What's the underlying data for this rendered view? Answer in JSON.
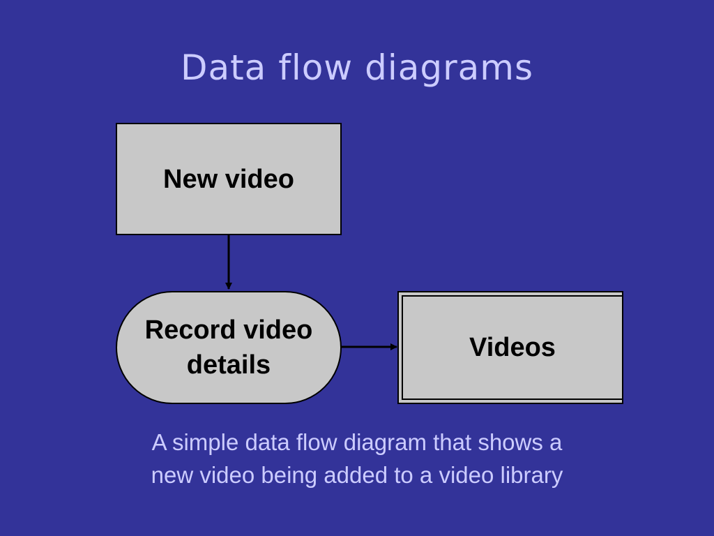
{
  "slide": {
    "title": "Data flow diagrams",
    "caption": [
      "A simple data flow diagram that shows a",
      "new video being added to a video library"
    ]
  },
  "diagram": {
    "nodes": [
      {
        "id": "new-video",
        "shape": "external-entity",
        "label": "New video"
      },
      {
        "id": "record-video-details",
        "shape": "process",
        "label_lines": [
          "Record video",
          "details"
        ]
      },
      {
        "id": "videos",
        "shape": "data-store",
        "label": "Videos"
      }
    ],
    "edges": [
      {
        "from": "new-video",
        "to": "record-video-details"
      },
      {
        "from": "record-video-details",
        "to": "videos"
      }
    ]
  },
  "colors": {
    "background": "#333399",
    "title_text": "#CCCCFF",
    "caption_text": "#CCCCFF",
    "node_fill": "#C8C8C8",
    "node_stroke": "#000000",
    "node_text": "#000000",
    "arrow": "#000000"
  }
}
